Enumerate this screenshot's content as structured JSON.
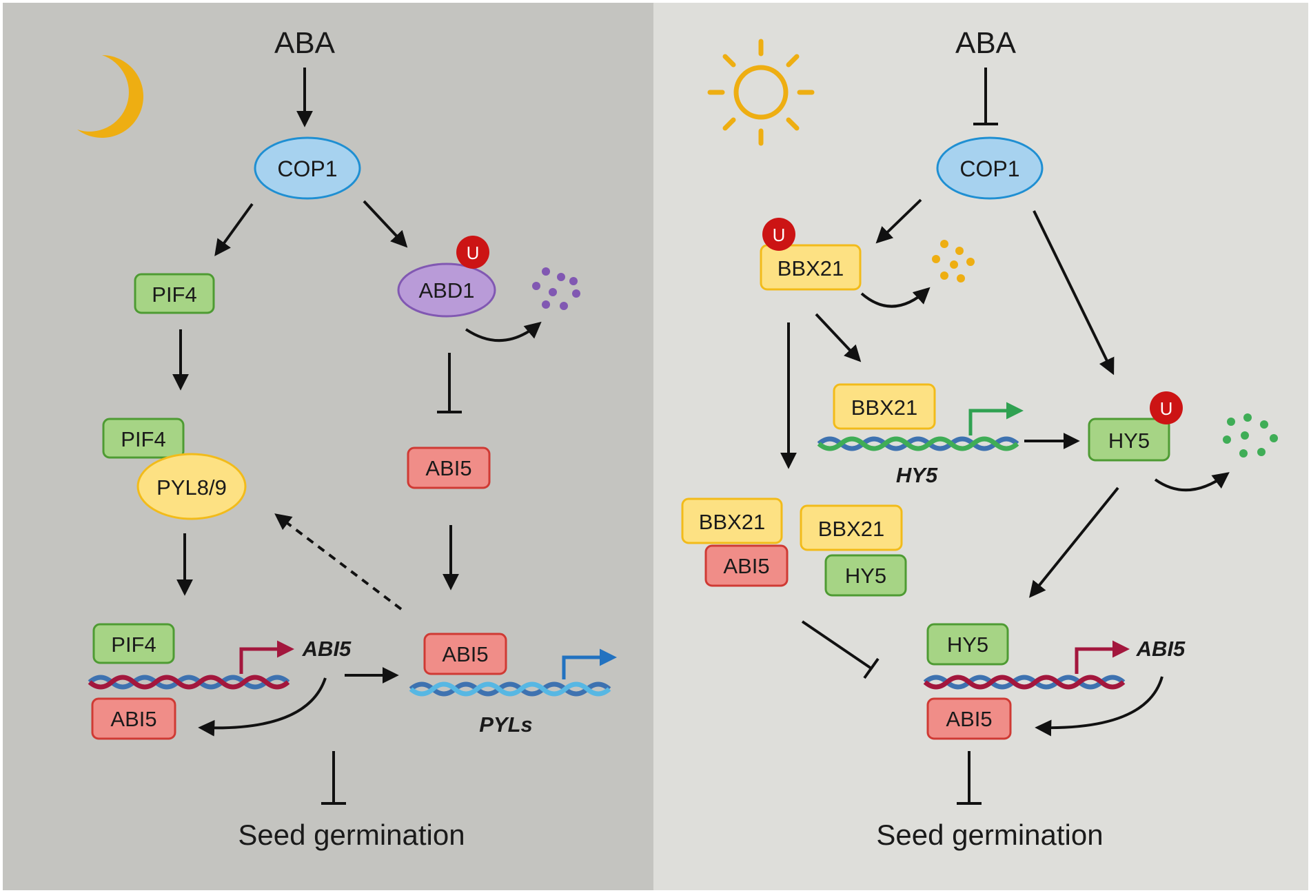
{
  "colors": {
    "dark_panel": "#c4c4c0",
    "light_panel": "#dededa",
    "cop1_fill": "#a7d2ef",
    "cop1_stroke": "#1f8fd2",
    "green_fill": "#a6d485",
    "green_stroke": "#4e9b33",
    "red_fill": "#f08d88",
    "red_stroke": "#cf3a34",
    "yellow_fill": "#fde183",
    "yellow_stroke": "#f2bb1a",
    "purple_fill": "#b99bd8",
    "purple_stroke": "#8158b2",
    "ubiquitin": "#cc1414",
    "sun_moon": "#eeae12",
    "dna_red": "#a3173d",
    "dna_blue": "#3e72b0",
    "dna_cyan": "#57b7e3",
    "dna_green": "#3fad56",
    "arrow_blue": "#2272c0",
    "arrow_green": "#2fa151"
  },
  "icons": {
    "moon": "moon-icon",
    "sun": "sun-icon",
    "ubiquitin": "ubiquitin-icon",
    "degradation": "degradation-dots-icon"
  },
  "dark": {
    "aba": "ABA",
    "cop1": "COP1",
    "pif4_top": "PIF4",
    "abd1": "ABD1",
    "u": "U",
    "pif4_complex": "PIF4",
    "pyl": "PYL8/9",
    "abi5_mid": "ABI5",
    "pif4_dna": "PIF4",
    "abi5_gene": "ABI5",
    "abi5_bottom": "ABI5",
    "abi5_pyls": "ABI5",
    "pyls_gene": "PYLs",
    "seed": "Seed germination"
  },
  "light": {
    "aba": "ABA",
    "cop1": "COP1",
    "bbx21_top": "BBX21",
    "u_bbx21": "U",
    "bbx21_dna": "BBX21",
    "hy5_gene": "HY5",
    "hy5": "HY5",
    "u_hy5": "U",
    "bbx21_a": "BBX21",
    "abi5_a": "ABI5",
    "bbx21_b": "BBX21",
    "hy5_b": "HY5",
    "hy5_dna": "HY5",
    "abi5_gene": "ABI5",
    "abi5_bottom": "ABI5",
    "seed": "Seed germination"
  }
}
